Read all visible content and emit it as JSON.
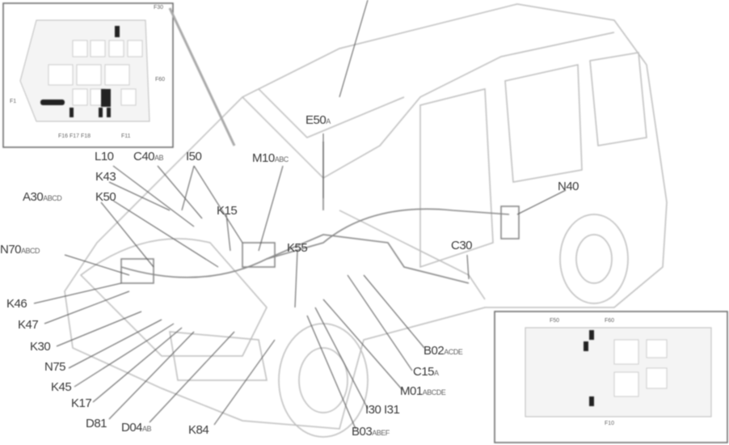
{
  "labels": [
    {
      "id": "L10",
      "main": "L10",
      "sub": ""
    },
    {
      "id": "C40",
      "main": "C40",
      "sub": "AB"
    },
    {
      "id": "I50",
      "main": "I50",
      "sub": ""
    },
    {
      "id": "M10",
      "main": "M10",
      "sub": "ABC"
    },
    {
      "id": "K43",
      "main": "K43",
      "sub": ""
    },
    {
      "id": "A30",
      "main": "A30",
      "sub": "ABCD"
    },
    {
      "id": "K50",
      "main": "K50",
      "sub": ""
    },
    {
      "id": "K15",
      "main": "K15",
      "sub": ""
    },
    {
      "id": "N70",
      "main": "N70",
      "sub": "ABCD"
    },
    {
      "id": "K55",
      "main": "K55",
      "sub": ""
    },
    {
      "id": "K46",
      "main": "K46",
      "sub": ""
    },
    {
      "id": "K47",
      "main": "K47",
      "sub": ""
    },
    {
      "id": "K30",
      "main": "K30",
      "sub": ""
    },
    {
      "id": "N75",
      "main": "N75",
      "sub": ""
    },
    {
      "id": "K45",
      "main": "K45",
      "sub": ""
    },
    {
      "id": "K17",
      "main": "K17",
      "sub": ""
    },
    {
      "id": "D81",
      "main": "D81",
      "sub": ""
    },
    {
      "id": "D04",
      "main": "D04",
      "sub": "AB"
    },
    {
      "id": "K84",
      "main": "K84",
      "sub": ""
    },
    {
      "id": "E50",
      "main": "E50",
      "sub": "A"
    },
    {
      "id": "N40",
      "main": "N40",
      "sub": ""
    },
    {
      "id": "C30",
      "main": "C30",
      "sub": ""
    },
    {
      "id": "B02",
      "main": "B02",
      "sub": "ACDE"
    },
    {
      "id": "C15",
      "main": "C15",
      "sub": "A"
    },
    {
      "id": "M01",
      "main": "M01",
      "sub": "ABCDE"
    },
    {
      "id": "I30",
      "main": "I30 I31",
      "sub": ""
    },
    {
      "id": "B03",
      "main": "B03",
      "sub": "ABEF"
    }
  ],
  "inset_top_left": {
    "labels": [
      "F30",
      "F60",
      "F1",
      "F16 F17 F18",
      "F11"
    ]
  },
  "inset_bottom_right": {
    "labels": [
      "F50",
      "F60",
      "F10"
    ]
  },
  "colors": {
    "text": "#3a3a3a",
    "lines": "#b8b8b8",
    "leader": "#555555"
  }
}
